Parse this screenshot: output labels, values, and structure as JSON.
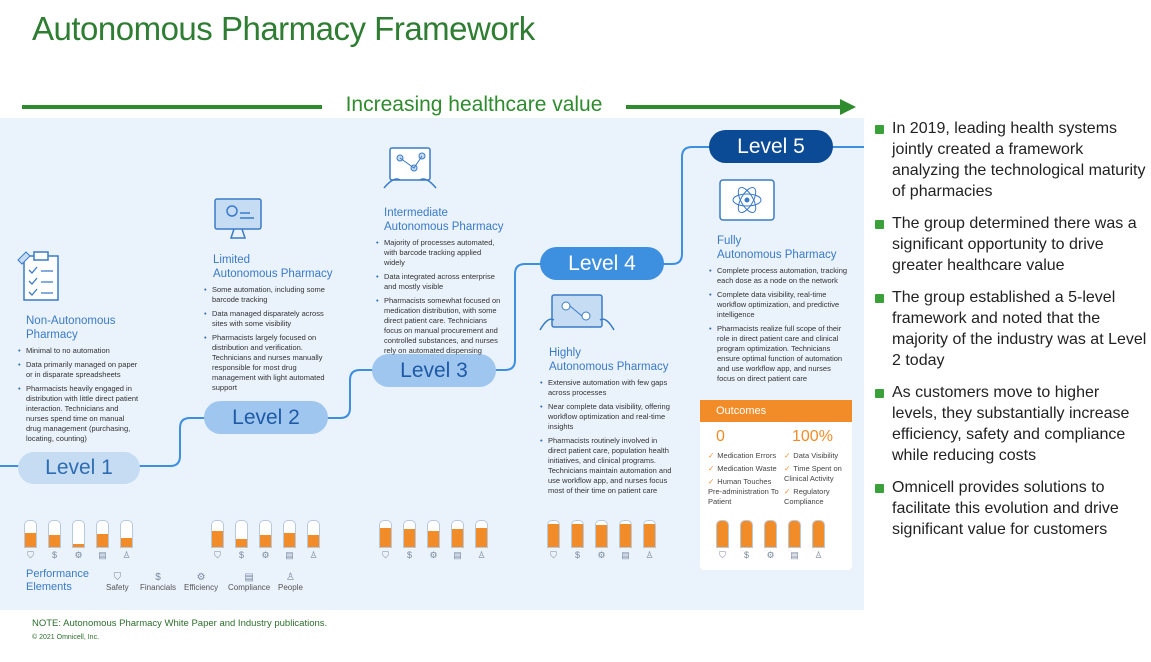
{
  "title": "Autonomous Pharmacy Framework",
  "value_banner": "Increasing healthcare value",
  "levels": [
    {
      "label": "Level 1",
      "heading": [
        "Non-Autonomous",
        "Pharmacy"
      ],
      "bullets": [
        "Minimal to no automation",
        "Data primarily managed on paper or in disparate spreadsheets",
        "Pharmacists heavily engaged in distribution with little direct patient interaction. Technicians and nurses spend time on manual drug management (purchasing, locating, counting)"
      ],
      "meters": [
        0.55,
        0.45,
        0.1,
        0.5,
        0.35
      ]
    },
    {
      "label": "Level 2",
      "heading": [
        "Limited",
        "Autonomous Pharmacy"
      ],
      "bullets": [
        "Some automation, including some barcode tracking",
        "Data managed disparately across sites with some visibility",
        "Pharmacists largely focused on distribution and verification. Technicians and nurses manually responsible for most drug management with light automated support"
      ],
      "meters": [
        0.6,
        0.3,
        0.45,
        0.55,
        0.45
      ]
    },
    {
      "label": "Level 3",
      "heading": [
        "Intermediate",
        "Autonomous Pharmacy"
      ],
      "bullets": [
        "Majority of processes automated, with barcode tracking applied widely",
        "Data integrated across enterprise and mostly visible",
        "Pharmacists somewhat focused on medication distribution, with some direct patient care. Technicians focus on manual procurement and controlled substances, and nurses rely on automated dispensing"
      ],
      "meters": [
        0.75,
        0.7,
        0.6,
        0.7,
        0.75
      ]
    },
    {
      "label": "Level 4",
      "heading": [
        "Highly",
        "Autonomous Pharmacy"
      ],
      "bullets": [
        "Extensive automation with few gaps across processes",
        "Near complete data visibility, offering workflow optimization and real-time insights",
        "Pharmacists routinely involved in direct patient care, population health initiatives, and clinical programs. Technicians maintain automation and use workflow app, and nurses focus most of their time on patient care"
      ],
      "meters": [
        0.9,
        0.9,
        0.85,
        0.9,
        0.9
      ]
    },
    {
      "label": "Level 5",
      "heading": [
        "Fully",
        "Autonomous Pharmacy"
      ],
      "bullets": [
        "Complete process automation, tracking each dose as a node on the network",
        "Complete data visibility, real-time workflow optimization, and predictive intelligence",
        "Pharmacists realize full scope of their role in direct patient care and clinical program optimization. Technicians ensure optimal function of automation and use workflow app, and nurses focus on direct patient care"
      ],
      "meters": [
        1.0,
        1.0,
        1.0,
        1.0,
        1.0
      ]
    }
  ],
  "outcomes": {
    "header": "Outcomes",
    "left_value": "0",
    "right_value": "100%",
    "left_items": [
      "Medication Errors",
      "Medication Waste",
      "Human Touches Pre-administration To Patient"
    ],
    "right_items": [
      "Data Visibility",
      "Time Spent on Clinical Activity",
      "Regulatory Compliance"
    ]
  },
  "performance": {
    "label": [
      "Performance",
      "Elements"
    ],
    "elements": [
      {
        "name": "Safety",
        "icon": "shield-icon",
        "glyph": "⛉"
      },
      {
        "name": "Financials",
        "icon": "money-bag-icon",
        "glyph": "$"
      },
      {
        "name": "Efficiency",
        "icon": "gear-icon",
        "glyph": "⚙"
      },
      {
        "name": "Compliance",
        "icon": "clipboard-icon",
        "glyph": "▤"
      },
      {
        "name": "People",
        "icon": "person-icon",
        "glyph": "♙"
      }
    ]
  },
  "right_bullets": [
    "In 2019, leading health systems jointly created a framework analyzing the technological maturity of pharmacies",
    "The group determined there was a significant opportunity to drive greater healthcare value",
    "The group established a 5-level framework and noted that the majority of the industry was at Level 2 today",
    "As customers move to higher levels, they substantially increase efficiency, safety and compliance while reducing costs",
    "Omnicell provides solutions to facilitate this evolution and drive significant value for customers"
  ],
  "note": "NOTE: Autonomous Pharmacy White Paper and Industry publications.",
  "copyright": "© 2021 Omnicell, Inc.",
  "colors": {
    "green": "#2e8b2e",
    "orange": "#f28c28",
    "navy": "#0b4a94",
    "blue": "#3d8fe0",
    "panel": "#eaf2fb"
  }
}
